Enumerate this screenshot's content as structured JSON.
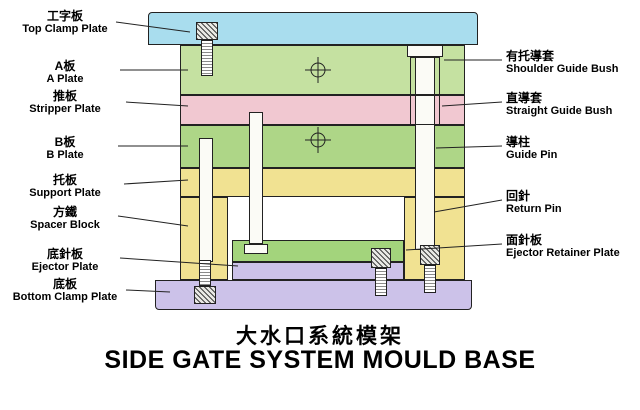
{
  "title": {
    "zh": "大水口系統模架",
    "en": "SIDE GATE SYSTEM MOULD BASE"
  },
  "left_labels": [
    {
      "zh": "工字板",
      "en": "Top Clamp Plate"
    },
    {
      "zh": "A板",
      "en": "A Plate"
    },
    {
      "zh": "推板",
      "en": "Stripper Plate"
    },
    {
      "zh": "B板",
      "en": "B Plate"
    },
    {
      "zh": "托板",
      "en": "Support Plate"
    },
    {
      "zh": "方鐵",
      "en": "Spacer Block"
    },
    {
      "zh": "底針板",
      "en": "Ejector Plate"
    },
    {
      "zh": "底板",
      "en": "Bottom Clamp Plate"
    }
  ],
  "right_labels": [
    {
      "zh": "有托導套",
      "en": "Shoulder Guide Bush"
    },
    {
      "zh": "直導套",
      "en": "Straight Guide Bush"
    },
    {
      "zh": "導柱",
      "en": "Guide Pin"
    },
    {
      "zh": "回針",
      "en": "Return Pin"
    },
    {
      "zh": "面針板",
      "en": "Ejector Retainer Plate"
    }
  ],
  "colors": {
    "top_clamp_plate": "#a9ddee",
    "a_plate": "#c5e1a1",
    "stripper_plate": "#f1c8d1",
    "b_plate": "#aed687",
    "support_plate": "#f1e292",
    "spacer_block": "#f1e292",
    "ejector_retainer_plate": "#a3d47c",
    "ejector_plate": "#ccc2e9",
    "bottom_clamp_plate": "#ccc2e9",
    "outline": "#222222"
  }
}
